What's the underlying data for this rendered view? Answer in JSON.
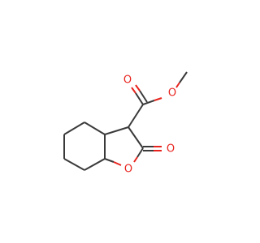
{
  "molecule": {
    "atoms": {
      "carbonyl_oxygen_ester": "O",
      "ether_oxygen_ester": "O",
      "lactone_carbonyl_oxygen": "O",
      "ring_oxygen": "O"
    },
    "colors": {
      "bond": "#3a3a3a",
      "oxygen": "#e8231d",
      "background": "#ffffff"
    }
  }
}
